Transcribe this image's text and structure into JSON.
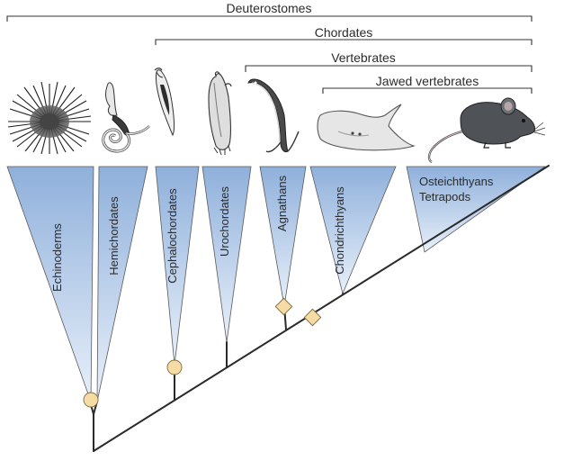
{
  "groups": {
    "deuterostomes": "Deuterostomes",
    "chordates": "Chordates",
    "vertebrates": "Vertebrates",
    "jawed_vertebrates": "Jawed vertebrates"
  },
  "taxa": {
    "echinoderms": "Echinoderms",
    "hemichordates": "Hemichordates",
    "cephalochordates": "Cephalochordates",
    "urochordates": "Urochordates",
    "agnathans": "Agnathans",
    "chondrichthyans": "Chondrichthyans",
    "osteichthyans": "Osteichthyans",
    "tetrapods": "Tetrapods"
  },
  "markers": {
    "circle_color": "#f6dca4",
    "diamond_color": "#f6dca4"
  },
  "colors": {
    "triangle_light": "#e6eff9",
    "triangle_dark": "#8fb0db"
  }
}
